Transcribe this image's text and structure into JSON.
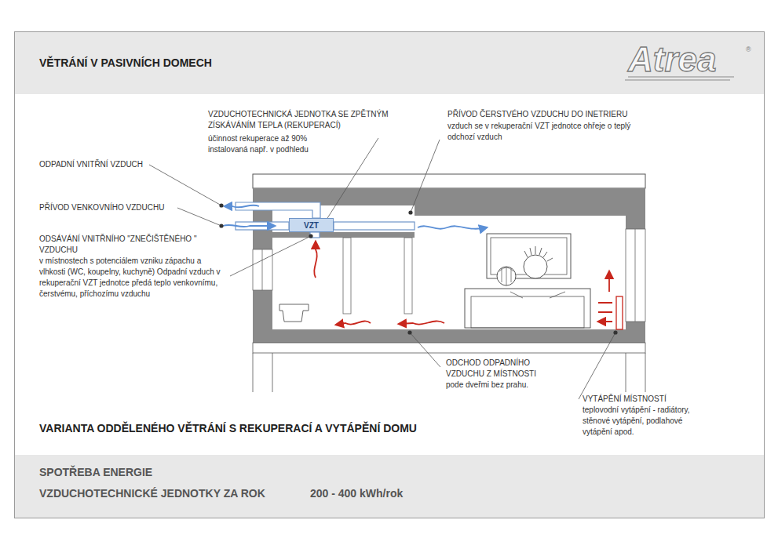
{
  "diagram": {
    "title": "VĚTRÁNÍ V PASIVNÍCH DOMECH",
    "caption": "VARIANTA ODDĚLENÉHO VĚTRÁNÍ S REKUPERACÍ A VYTÁPĚNÍ DOMU",
    "nodes": [
      {
        "text": [
          "VZT"
        ]
      }
    ],
    "labels": [
      "Atrea",
      "®",
      "VZDUCHOTECHNICKÁ JEDNOTKA SE ZPĚTNÝM ZÍSKÁVÁNÍM TEPLA (REKUPERACÍ)",
      "účinnost rekuperace až 90% instalovaná např. v podhledu",
      "PŘÍVOD ČERSTVÉHO VZDUCHU DO INETRIERU",
      "vzduch se v rekuperační VZT jednotce ohřeje o teplý odchozí vzduch",
      "ODPADNÍ VNITŘNÍ VZDUCH",
      "PŘÍVOD VENKOVNÍHO VZDUCHU",
      "ODSÁVÁNÍ VNITŘNÍHO \"ZNEČIŠTĚNÉHO \" VZDUCHU",
      "v místnostech s potenciálem vzniku zápachu a vlhkosti (WC, koupelny, kuchyně) Odpadní vzduch v rekuperační VZT jednotce předá teplo venkovnímu, čerstvému, příchozímu vzduchu",
      "ODCHOD ODPADNÍHO VZDUCHU Z MÍSTNOSTI",
      "pode dveřmi bez prahu.",
      "VYTÁPĚNÍ MÍSTNOSTÍ",
      "teplovodní vytápění - radiátory, stěnové vytápění, podlahové vytápění apod.",
      "SPOTŘEBA ENERGIE",
      "VZDUCHOTECHNICKÉ JEDNOTKY ZA ROK",
      "200 - 400 kWh/rok"
    ]
  }
}
